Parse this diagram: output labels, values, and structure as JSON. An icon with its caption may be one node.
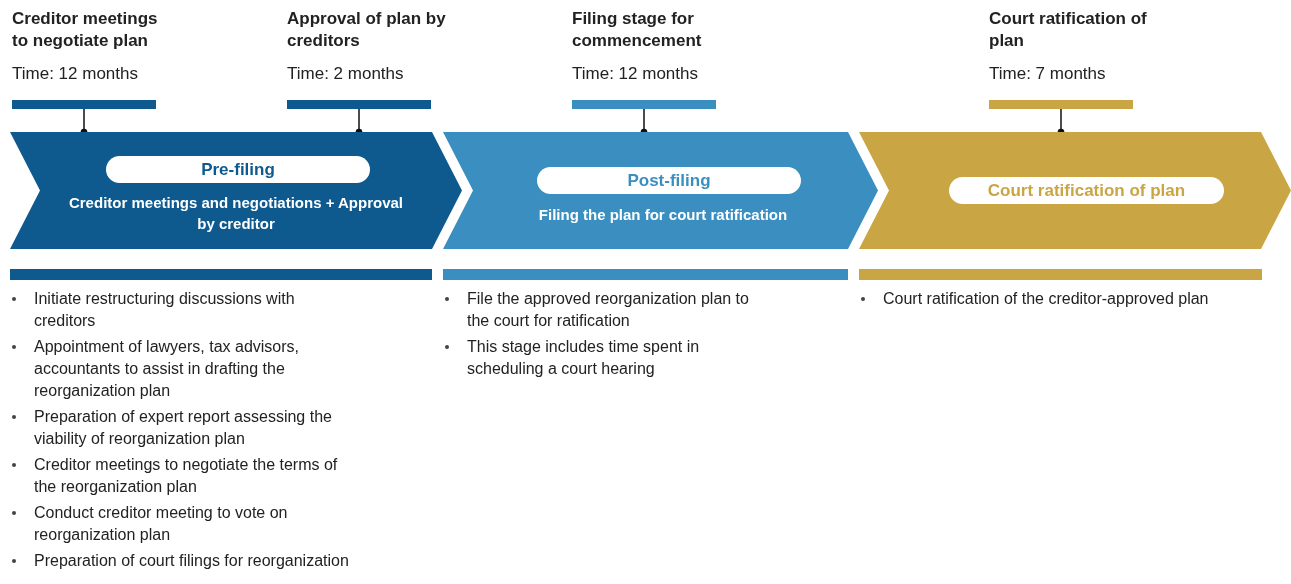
{
  "diagram": {
    "nodes": [
      {
        "text": [
          "Creditor meetings to negotiate plan",
          "Time: 12 months"
        ]
      },
      {
        "text": [
          "Approval of plan by creditors",
          "Time: 2 months"
        ]
      },
      {
        "text": [
          "Filing stage for commencement",
          "Time: 12 months"
        ]
      },
      {
        "text": [
          "Court ratification of plan",
          "Time: 7 months"
        ]
      },
      {
        "text": [
          "Pre-filing",
          "Creditor meetings and negotiations + Approval by creditor"
        ]
      },
      {
        "text": [
          "Post-filing",
          "Filing the plan for court ratification"
        ]
      },
      {
        "text": [
          "Court ratification of plan"
        ]
      },
      {
        "text": [
          "Initiate restructuring discussions with creditors",
          "Appointment of lawyers, tax advisors, accountants to assist in drafting the reorganization plan",
          "Preparation of expert report assessing the viability of reorganization plan",
          "Creditor meetings to negotiate the terms of the reorganization plan",
          "Conduct creditor meeting to vote on reorganization plan",
          "Preparation of court filings for reorganization"
        ]
      },
      {
        "text": [
          "File the approved reorganization plan to the court for ratification",
          "This stage includes time spent in scheduling a court hearing"
        ]
      },
      {
        "text": [
          "Court ratification of the creditor-approved plan"
        ]
      }
    ],
    "edges": [
      {
        "from": 0,
        "to": 4,
        "arrow": "other"
      },
      {
        "from": 1,
        "to": 4,
        "arrow": "other"
      },
      {
        "from": 2,
        "to": 5,
        "arrow": "other"
      },
      {
        "from": 3,
        "to": 6,
        "arrow": "other"
      }
    ]
  }
}
